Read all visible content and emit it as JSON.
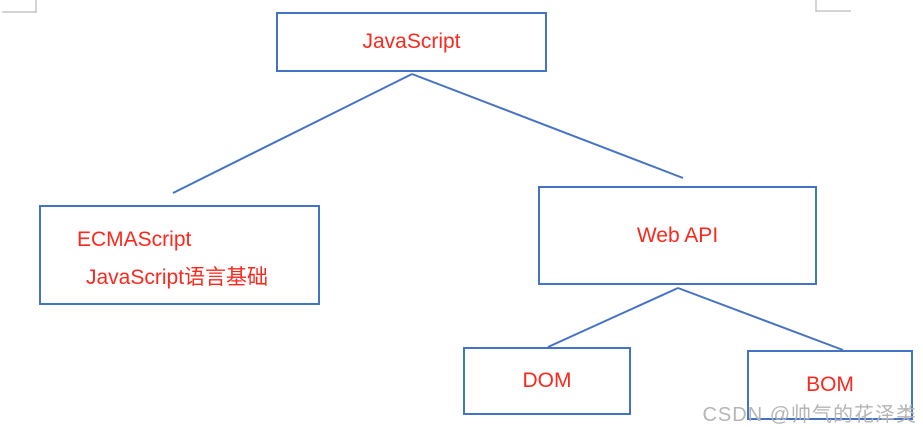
{
  "diagram": {
    "type": "tree",
    "nodes": {
      "javascript": {
        "label": "JavaScript"
      },
      "ecmascript": {
        "label": "ECMAScript",
        "sublabel": "JavaScript语言基础"
      },
      "webapi": {
        "label": "Web API"
      },
      "dom": {
        "label": "DOM"
      },
      "bom": {
        "label": "BOM"
      }
    },
    "edges": [
      {
        "from": "javascript",
        "to": "ecmascript"
      },
      {
        "from": "javascript",
        "to": "webapi"
      },
      {
        "from": "webapi",
        "to": "dom"
      },
      {
        "from": "webapi",
        "to": "bom"
      }
    ]
  },
  "watermark": {
    "text": "CSDN @帅气的花泽类"
  },
  "colors": {
    "box_border": "#4472c4",
    "connector_line": "#4472c4",
    "node_text": "#fa291d",
    "watermark_text": "#b5b5b5",
    "page_corner_mark": "#c6c6c6"
  }
}
